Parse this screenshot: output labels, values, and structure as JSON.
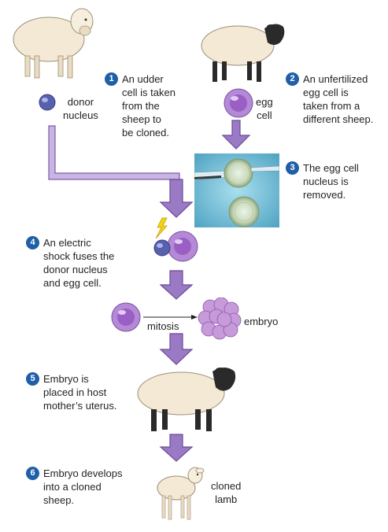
{
  "colors": {
    "arrow": "#8e6bb7",
    "arrow_dark": "#6a4a96",
    "step_badge": "#1f5fa8",
    "cell": "#9a5fc4",
    "donor_nucleus": "#5860b0",
    "wool": "#f3e9d4",
    "face_dark": "#2a2a2a"
  },
  "steps": [
    {
      "num": "1",
      "text": "An udder\ncell is taken\nfrom the\nsheep to\nbe cloned."
    },
    {
      "num": "2",
      "text": "An unfertilized\negg cell is\ntaken from a\ndifferent sheep."
    },
    {
      "num": "3",
      "text": "The egg cell\nnucleus is\nremoved."
    },
    {
      "num": "4",
      "text": "An electric\nshock fuses the\ndonor nucleus\nand egg cell."
    },
    {
      "num": "5",
      "text": "Embryo is\nplaced in host\nmother’s uterus."
    },
    {
      "num": "6",
      "text": "Embryo develops\ninto a cloned\nsheep."
    }
  ],
  "labels": {
    "donor_nucleus": "donor\nnucleus",
    "egg_cell": "egg\ncell",
    "mitosis": "mitosis",
    "embryo": "embryo",
    "cloned_lamb": "cloned\nlamb"
  },
  "icons": [
    "white-sheep-icon",
    "black-faced-sheep-icon",
    "host-mother-sheep-icon",
    "cloned-lamb-icon",
    "lightning-icon",
    "micropipette-photo"
  ]
}
